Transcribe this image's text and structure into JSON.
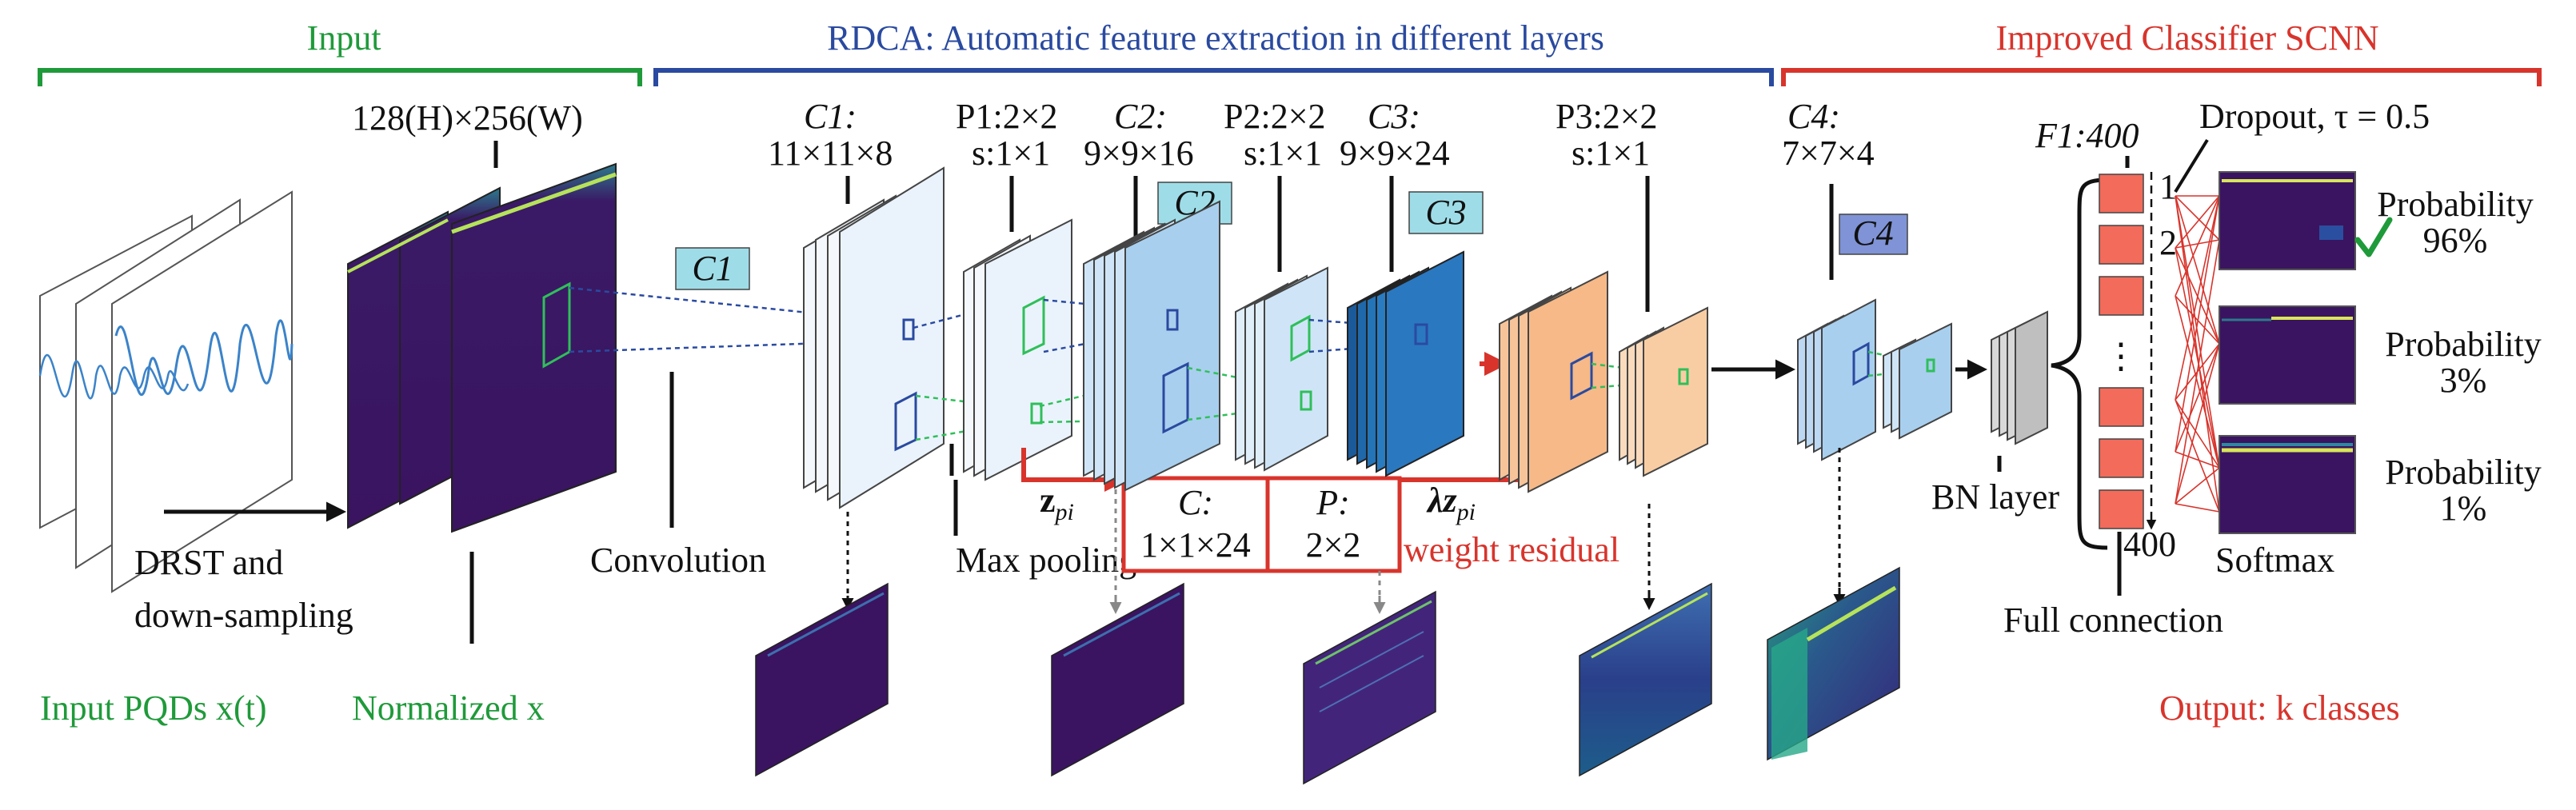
{
  "sections": {
    "input": "Input",
    "rdca": "RDCA: Automatic feature extraction in different layers",
    "classifier": "Improved Classifier SCNN"
  },
  "labels": {
    "input_size": "128(H)×256(W)",
    "c1_badge": "C1",
    "c2_badge": "C2",
    "c3_badge": "C3",
    "c4_badge": "C4",
    "c1_name": "C1:",
    "c1_dim": "11×11×8",
    "p1_name": "P1:2×2",
    "p1_stride": "s:1×1",
    "c2_name": "C2:",
    "c2_dim": "9×9×16",
    "p2_name": "P2:2×2",
    "p2_stride": "s:1×1",
    "c3_name": "C3:",
    "c3_dim": "9×9×24",
    "p3_name": "P3:2×2",
    "p3_stride": "s:1×1",
    "c4_name": "C4:",
    "c4_dim": "7×7×4",
    "f1": "F1:400",
    "dropout": "Dropout, τ = 0.5",
    "drst_line1": "DRST and",
    "drst_line2": "down-sampling",
    "convolution": "Convolution",
    "max_pooling": "Max pooling",
    "z_pi": "z",
    "z_sub": "pi",
    "lambda_z": "λz",
    "lambda_sub": "pi",
    "res_c_name": "C:",
    "res_c_dim": "1×1×24",
    "res_p_name": "P:",
    "res_p_dim": "2×2",
    "weight_residual": "weight residual",
    "bn_layer": "BN layer",
    "node_1": "1",
    "node_2": "2",
    "node_dots": "⋮",
    "node_400": "400",
    "softmax": "Softmax",
    "full_connection": "Full connection",
    "input_pqds": "Input PQDs x(t)",
    "normalized": "Normalized x",
    "output": "Output: k classes"
  },
  "probabilities": [
    {
      "label": "Probability",
      "value": "96%"
    },
    {
      "label": "Probability",
      "value": "3%"
    },
    {
      "label": "Probability",
      "value": "1%"
    }
  ],
  "colors": {
    "green": "#1f9a3a",
    "blue": "#2a4aa0",
    "red": "#d8342c",
    "badge": "#9edde8",
    "badge_c4": "#7f93d6",
    "node": "#f26b5b",
    "feature_dark": "#3b1860",
    "c1_fill": "#eaf3fb",
    "c2_fill": "#a9cfee",
    "c3_fill": "#2a78c0",
    "orange": "#f6b987"
  }
}
